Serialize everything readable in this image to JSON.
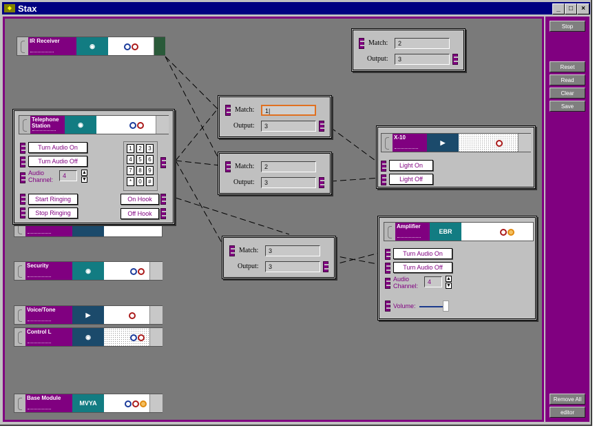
{
  "window": {
    "title": "Stax",
    "controls": [
      "_",
      "□",
      "×"
    ]
  },
  "sidebar": {
    "stop": "Stop",
    "reset": "Reset",
    "read": "Read",
    "clear": "Clear",
    "save": "Save",
    "remove_all": "Remove All",
    "editor": "editor"
  },
  "modules": {
    "ir_receiver": "IR Receiver",
    "telephone": "Telephone Station",
    "security": "Security",
    "voice_tone": "Voice/Tone",
    "control": "Control L",
    "base": "Base Module",
    "base_logo": "MVYA",
    "x10": "X-10",
    "amplifier": "Amplifier",
    "amp_logo": "EBR"
  },
  "telephone": {
    "turn_audio_on": "Turn Audio On",
    "turn_audio_off": "Turn Audio Off",
    "audio_label": "Audio",
    "channel_label": "Channel:",
    "channel_value": "4",
    "start_ringing": "Start Ringing",
    "stop_ringing": "Stop Ringing",
    "on_hook": "On Hook",
    "off_hook": "Off Hook",
    "keys": [
      "1",
      "2",
      "3",
      "4",
      "5",
      "6",
      "7",
      "8",
      "9",
      "*",
      "0",
      "#"
    ]
  },
  "x10": {
    "light_on": "Light On",
    "light_off": "Light Off"
  },
  "amplifier": {
    "turn_audio_on": "Turn Audio On",
    "turn_audio_off": "Turn Audio Off",
    "audio_label": "Audio",
    "channel_label": "Channel:",
    "channel_value": "4",
    "volume_label": "Volume:",
    "volume_level": 0.8
  },
  "matchers": [
    {
      "match_label": "Match:",
      "output_label": "Output:",
      "match": "2",
      "output": "3"
    },
    {
      "match_label": "Match:",
      "output_label": "Output:",
      "match": "1|",
      "output": "3"
    },
    {
      "match_label": "Match:",
      "output_label": "Output:",
      "match": "2",
      "output": "3"
    },
    {
      "match_label": "Match:",
      "output_label": "Output:",
      "match": "3",
      "output": "3"
    }
  ]
}
